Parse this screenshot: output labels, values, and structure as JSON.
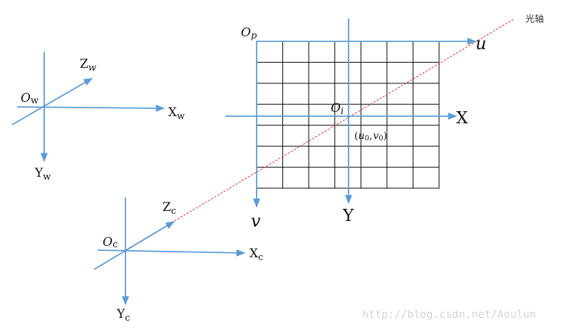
{
  "colors": {
    "axis": "#5b9bd5",
    "grid": "#000000",
    "optical_axis": "#e0302f",
    "text": "#111111"
  },
  "world": {
    "origin": "O",
    "origin_sub": "w",
    "x_main": "X",
    "x_sub": "w",
    "y_main": "Y",
    "y_sub": "w",
    "z_main": "Z",
    "z_sub": "w"
  },
  "camera": {
    "origin": "O",
    "origin_sub": "c",
    "x_main": "X",
    "x_sub": "c",
    "y_main": "Y",
    "y_sub": "c",
    "z_main": "Z",
    "z_sub": "c"
  },
  "pixel": {
    "origin": "O",
    "origin_sub": "p",
    "u": "u",
    "v": "v",
    "grid_cols": 7,
    "grid_rows": 7
  },
  "image": {
    "origin": "O",
    "origin_sub": "i",
    "x": "X",
    "y": "Y",
    "principal_open": "(",
    "principal_u": "u",
    "principal_u_sub": "0",
    "principal_sep": ",",
    "principal_v": "v",
    "principal_v_sub": "0",
    "principal_close": ")"
  },
  "optical_axis_label": "光轴",
  "watermark": "http://blog.csdn.net/Aoulun"
}
